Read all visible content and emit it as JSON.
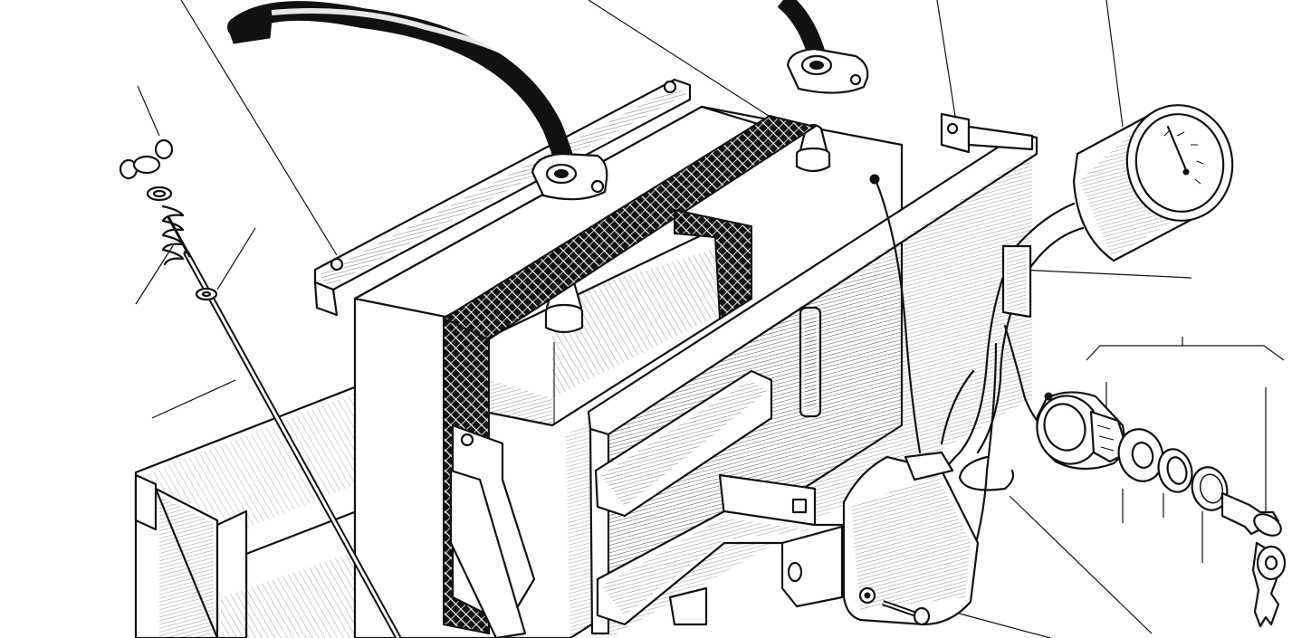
{
  "figure": {
    "labels": [],
    "colors": {
      "ink": "#111111",
      "paper": "#ffffff"
    },
    "parts": [
      "battery",
      "battery-tray",
      "battery-hold-down-strap",
      "battery-clamp-bar",
      "positive-battery-cable",
      "negative-battery-cable",
      "hold-down-rod",
      "wing-nut",
      "spring",
      "washer",
      "ammeter-gauge",
      "wiring-harness",
      "ignition-switch",
      "switch-nut",
      "lock-washer",
      "retaining-ring",
      "ignition-keys",
      "voltage-regulator",
      "harness-clip",
      "mounting-bolt",
      "mounting-bracket",
      "bracket-stay"
    ]
  }
}
